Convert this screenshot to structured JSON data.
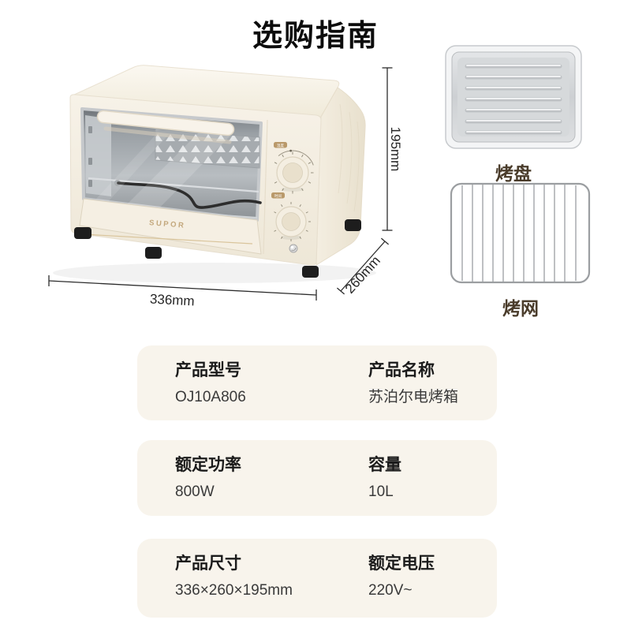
{
  "title": "选购指南",
  "oven": {
    "brand": "SUPOR",
    "temp_knob_badge": "温度",
    "time_knob_badge": "时间"
  },
  "dimensions": {
    "height": "195mm",
    "width": "336mm",
    "depth": "260mm"
  },
  "accessories": {
    "tray_label": "烤盘",
    "rack_label": "烤网"
  },
  "specs": [
    {
      "left": {
        "label": "产品型号",
        "value": "OJ10A806"
      },
      "right": {
        "label": "产品名称",
        "value": "苏泊尔电烤箱"
      }
    },
    {
      "left": {
        "label": "额定功率",
        "value": "800W"
      },
      "right": {
        "label": "容量",
        "value": "10L"
      }
    },
    {
      "left": {
        "label": "产品尺寸",
        "value": "336×260×195mm"
      },
      "right": {
        "label": "额定电压",
        "value": "220V~"
      }
    }
  ],
  "colors": {
    "page_bg": "#ffffff",
    "card_bg": "#f8f4ec",
    "oven_cream": "#f5efe3",
    "accent_gold": "#c3a87d",
    "accessory_label": "#4a3c2b",
    "dimension_text": "#252525",
    "text_dark": "#1b1b1b"
  }
}
